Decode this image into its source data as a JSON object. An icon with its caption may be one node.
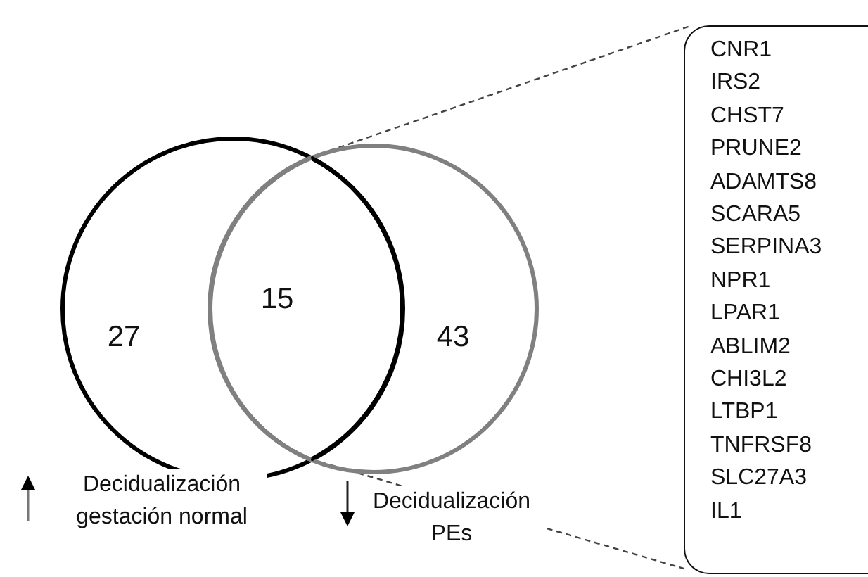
{
  "diagram": {
    "nodes": [
      {
        "text": [
          "27"
        ]
      },
      {
        "text": [
          "43"
        ]
      },
      {
        "text": [
          "15"
        ]
      },
      {
        "text": [
          "CNR1",
          "IRS2",
          "CHST7",
          "PRUNE2",
          "ADAMTS8",
          "SCARA5",
          "SERPINA3",
          "NPR1",
          "LPAR1",
          "ABLIM2",
          "CHI3L2",
          "LTBP1",
          "TNFRSF8",
          "SLC27A3",
          "IL1"
        ]
      }
    ],
    "edges": [
      {
        "from": 2,
        "to": 3,
        "arrow": "none",
        "style": "dashed"
      },
      {
        "from": 2,
        "to": 3,
        "arrow": "none",
        "style": "dashed"
      }
    ],
    "legend": [
      {
        "text": "Decidualización gestación normal"
      },
      {
        "text": "Decidualización PEs"
      }
    ]
  }
}
